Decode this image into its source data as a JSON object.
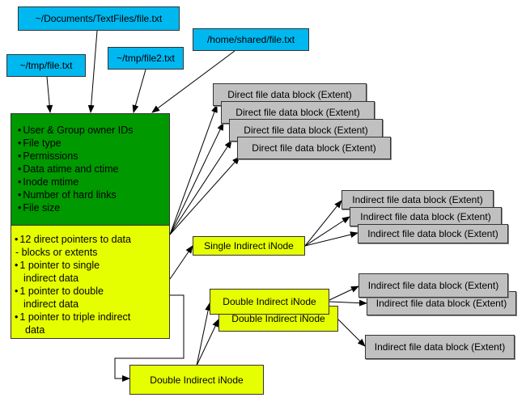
{
  "paths": [
    "~/Documents/TextFiles/file.txt",
    "~/tmp/file.txt",
    "~/tmp/file2.txt",
    "/home/shared/file.txt"
  ],
  "inode_metadata": [
    "User & Group owner IDs",
    "File type",
    "Permissions",
    "Data atime and ctime",
    "Inode mtime",
    "Number of hard links",
    "File size"
  ],
  "inode_pointers": [
    "12 direct pointers to data",
    "- blocks or extents",
    "1 pointer to single",
    "indirect data",
    "1 pointer to double",
    "indirect data",
    "1 pointer to triple indirect",
    "data"
  ],
  "direct_block": "Direct file data block (Extent)",
  "indirect_block": "Indirect file data block (Extent)",
  "single_indirect": "Single Indirect iNode",
  "double_indirect": "Double Indirect iNode",
  "colors": {
    "path": "#00b8f0",
    "metadata": "#009900",
    "pointers": "#e6ff00",
    "block": "#c0c0c0"
  }
}
